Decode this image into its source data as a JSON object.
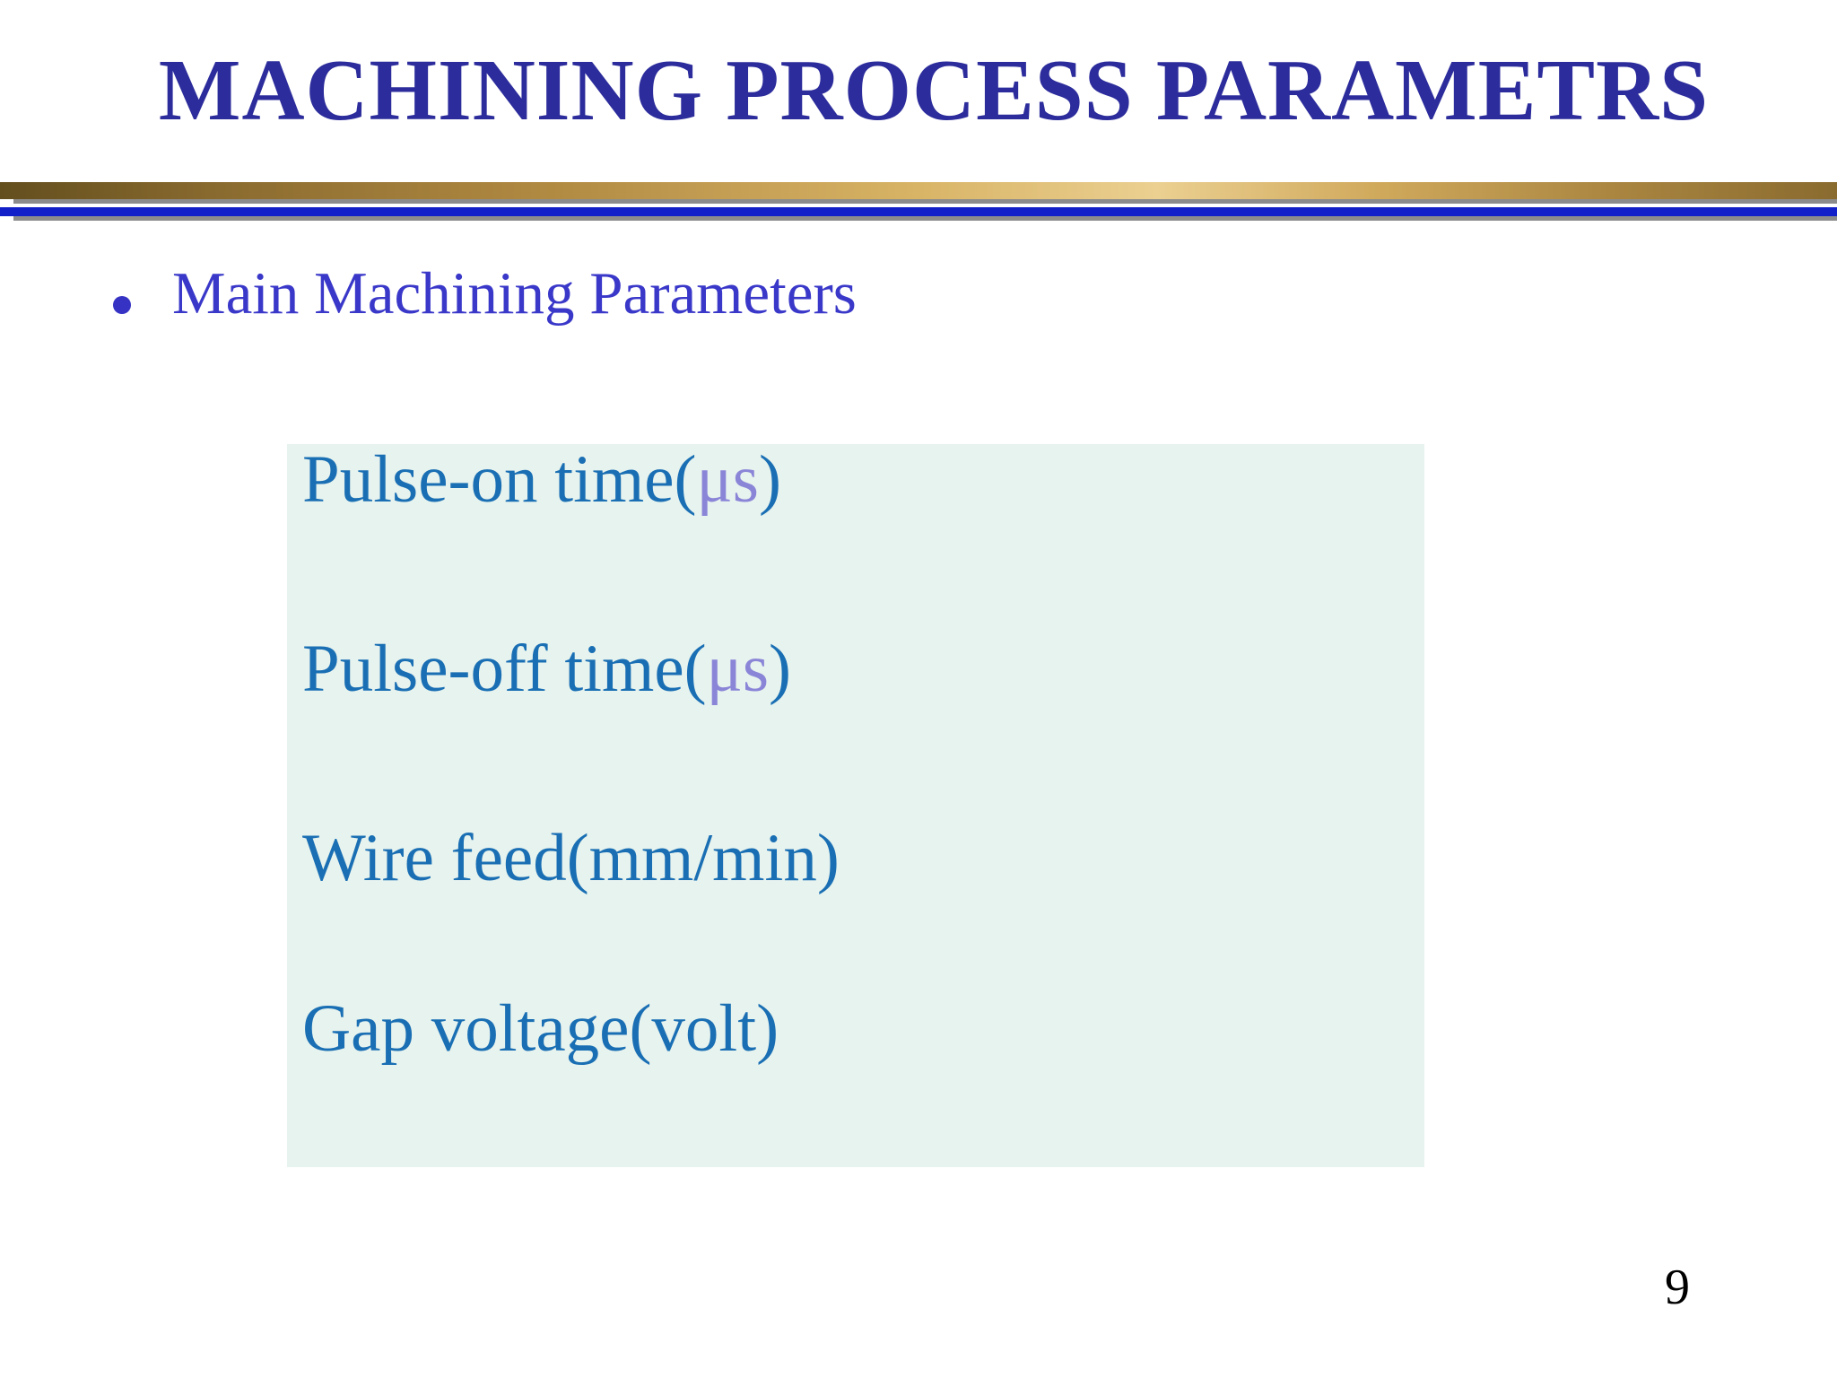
{
  "slide": {
    "title": "MACHINING PROCESS PARAMETRS",
    "bullet_item": "Main Machining Parameters",
    "parameters_panel": {
      "items": [
        {
          "text": "Pulse-on time(",
          "unit": "μs",
          "close": ")"
        },
        {
          "text": "Pulse-off time(",
          "unit": "μs",
          "close": ")"
        },
        {
          "text": "Wire feed(mm/min)",
          "unit": "",
          "close": ""
        },
        {
          "text": "Gap voltage(volt)",
          "unit": "",
          "close": ""
        }
      ]
    },
    "page_number": "9",
    "colors": {
      "title": "#2C2C9C",
      "bullet_text": "#3A38C9",
      "panel_background": "#E7F3EE",
      "parameter_text": "#1A6FB4",
      "unit_text": "#8B85D8",
      "gold_line": "#C8A257",
      "blue_line": "#1120C8",
      "shadow": "#8C8C8C",
      "page_number": "#000000"
    }
  }
}
